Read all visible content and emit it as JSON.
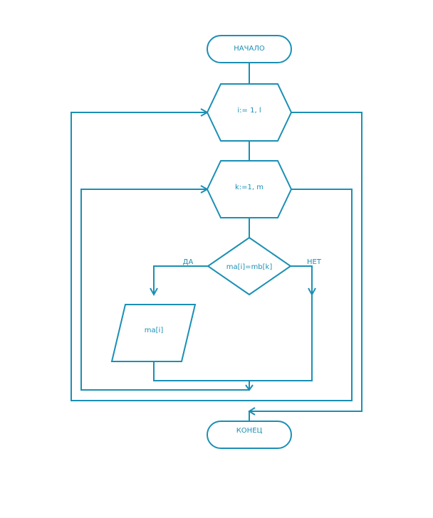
{
  "diagram": {
    "accent_color": "#1b8fb4",
    "start": {
      "label": "НАЧАЛО"
    },
    "loop_outer": {
      "label": "i:= 1, l"
    },
    "loop_inner": {
      "label": "k:=1, m"
    },
    "decision": {
      "label": "ma[i]=mb[k]",
      "yes_label": "ДА",
      "no_label": "НЕТ"
    },
    "output": {
      "label": "ma[i]"
    },
    "end": {
      "label": "КОНЕЦ"
    }
  }
}
